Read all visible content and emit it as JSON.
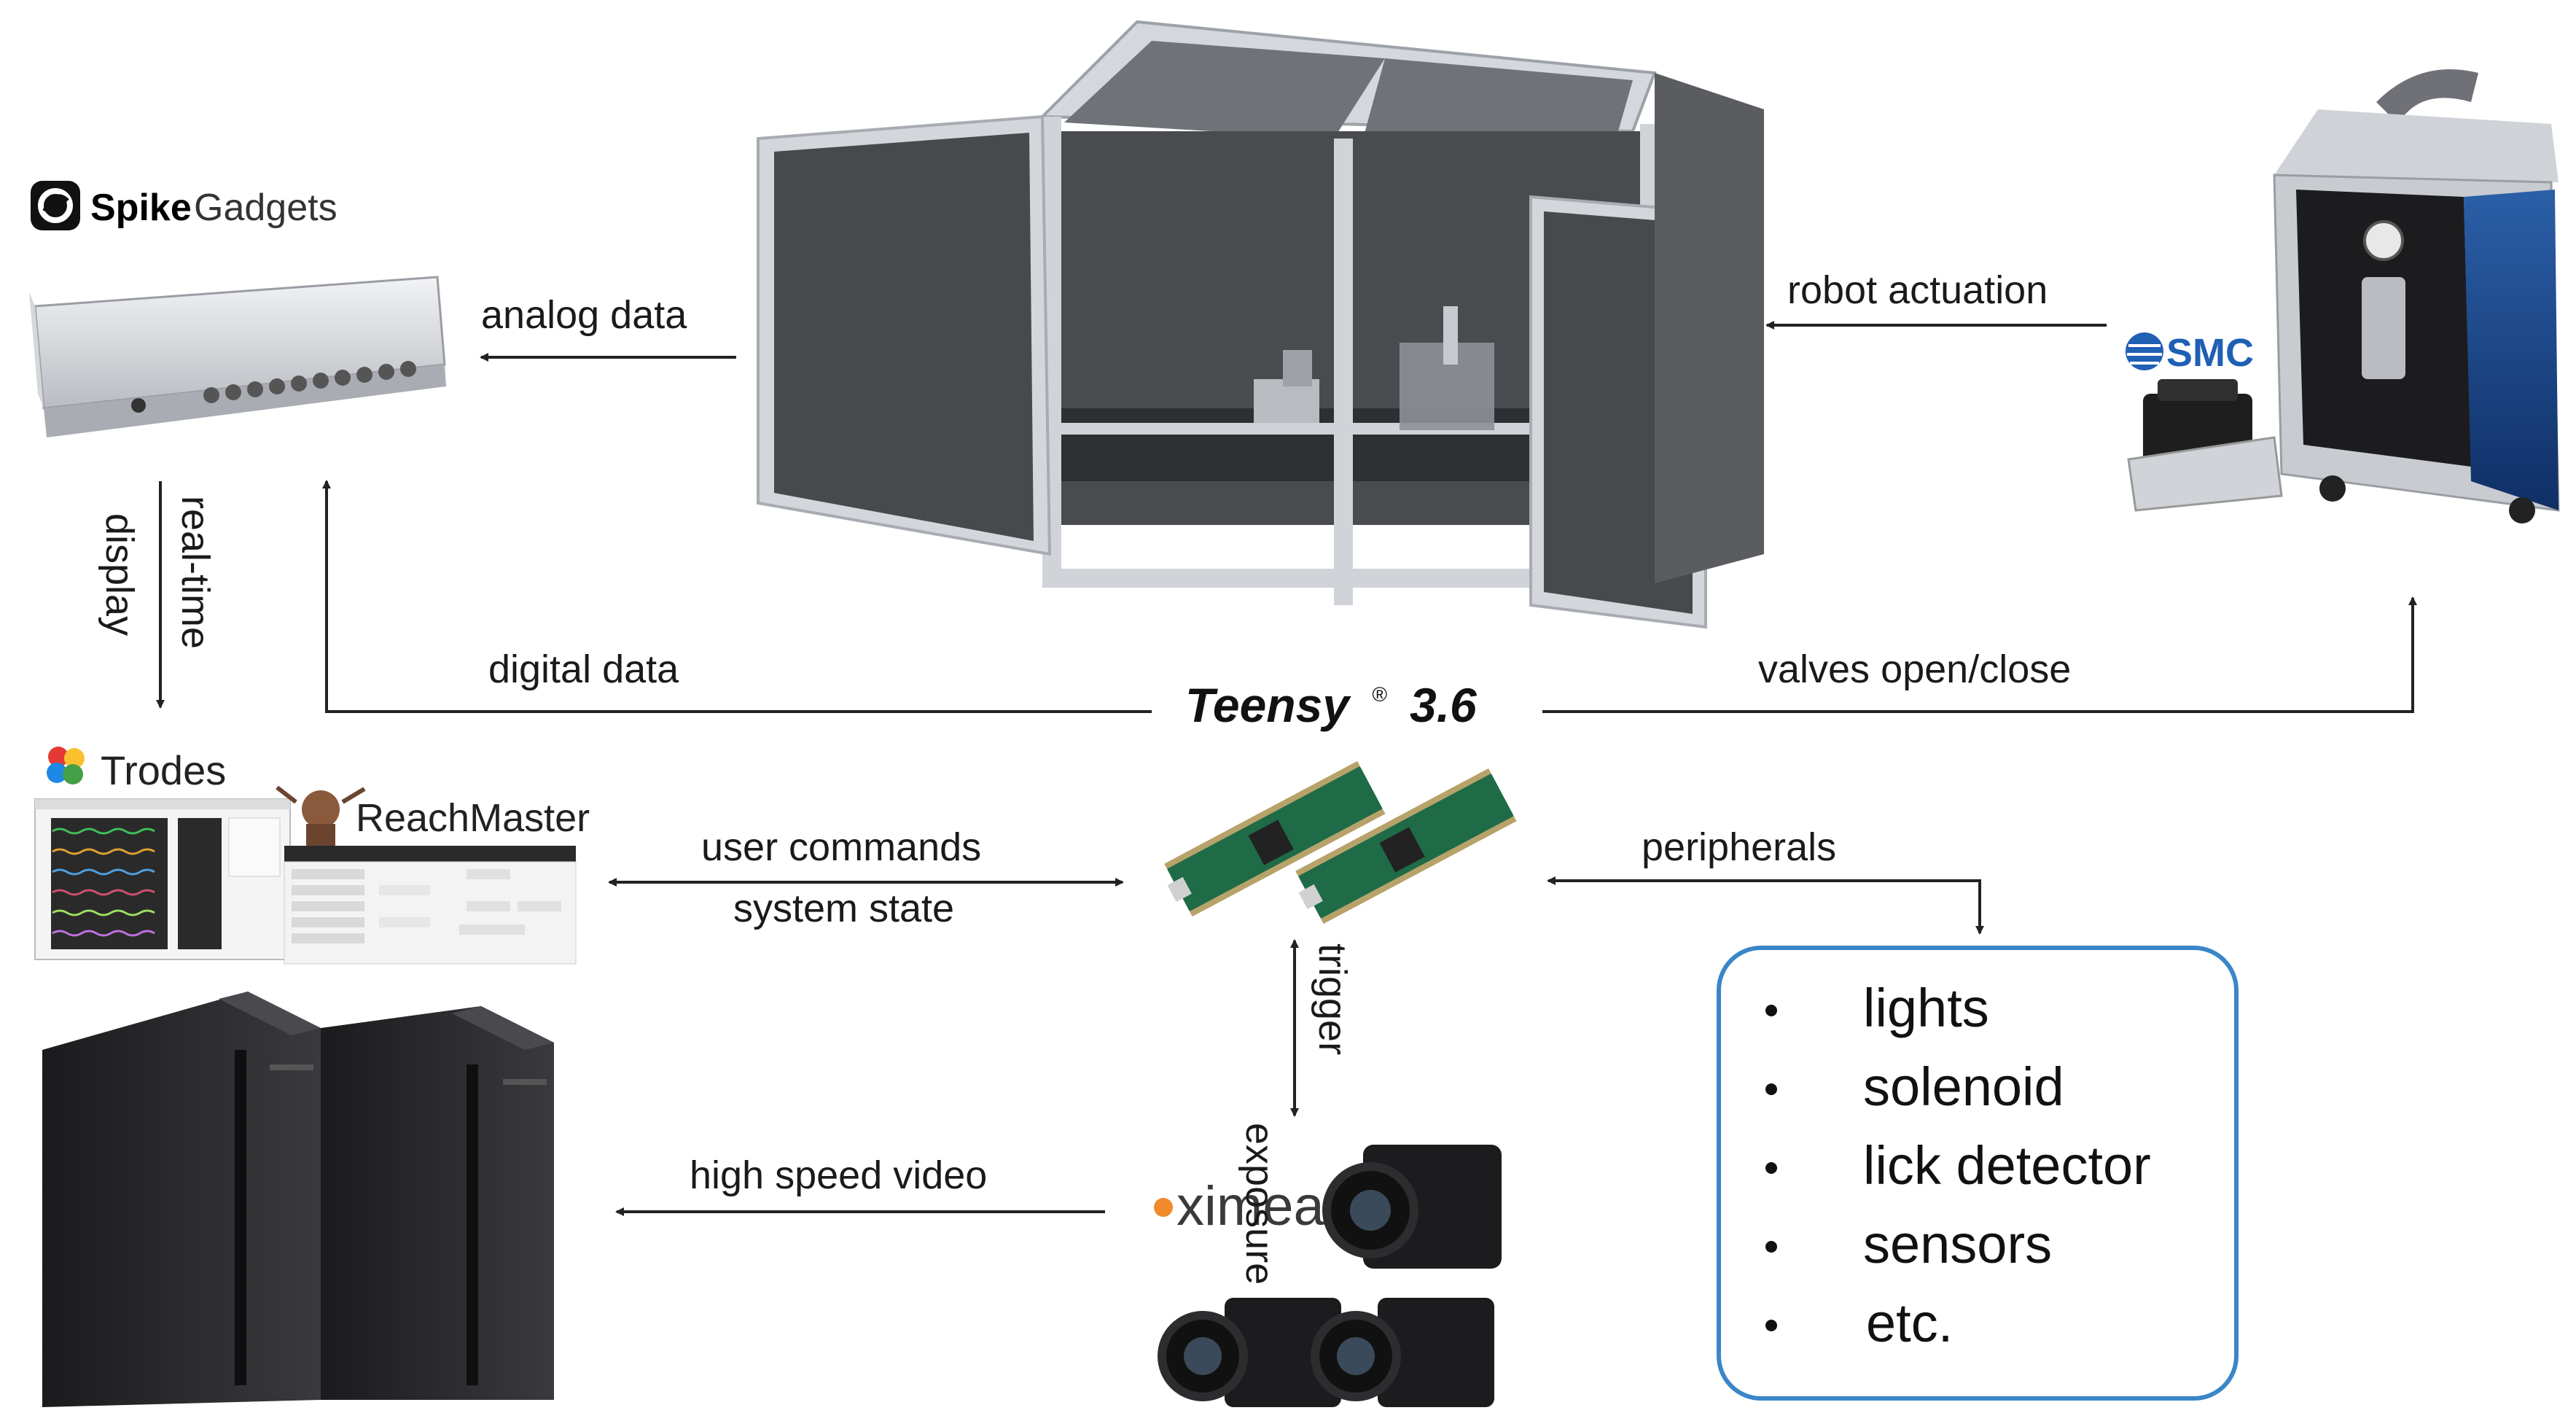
{
  "labels": {
    "analog_data": "analog data",
    "robot_actuation": "robot actuation",
    "real_time": "real-time",
    "display": "display",
    "digital_data": "digital data",
    "valves": "valves open/close",
    "user_commands": "user commands",
    "system_state": "system state",
    "peripherals": "peripherals",
    "exposure": "exposure",
    "trigger": "trigger",
    "high_speed_video": "high speed video"
  },
  "brands": {
    "spikegadgets_bold": "Spike",
    "spikegadgets_light": "Gadgets",
    "smc": "SMC",
    "trodes": "Trodes",
    "reachmaster": "ReachMaster",
    "teensy": "Teensy",
    "teensy_reg": "®",
    "teensy_version": "3.6",
    "ximea": "ximea"
  },
  "peripherals_list": [
    "lights",
    "solenoid",
    "lick detector",
    "sensors",
    "etc."
  ],
  "colors": {
    "line": "#222222",
    "box_border": "#3a86c8",
    "ximea_dot": "#f08a2a",
    "smc_blue": "#1f5fb4",
    "panel": "#3c3c3c",
    "frame": "#c8ccd2"
  }
}
